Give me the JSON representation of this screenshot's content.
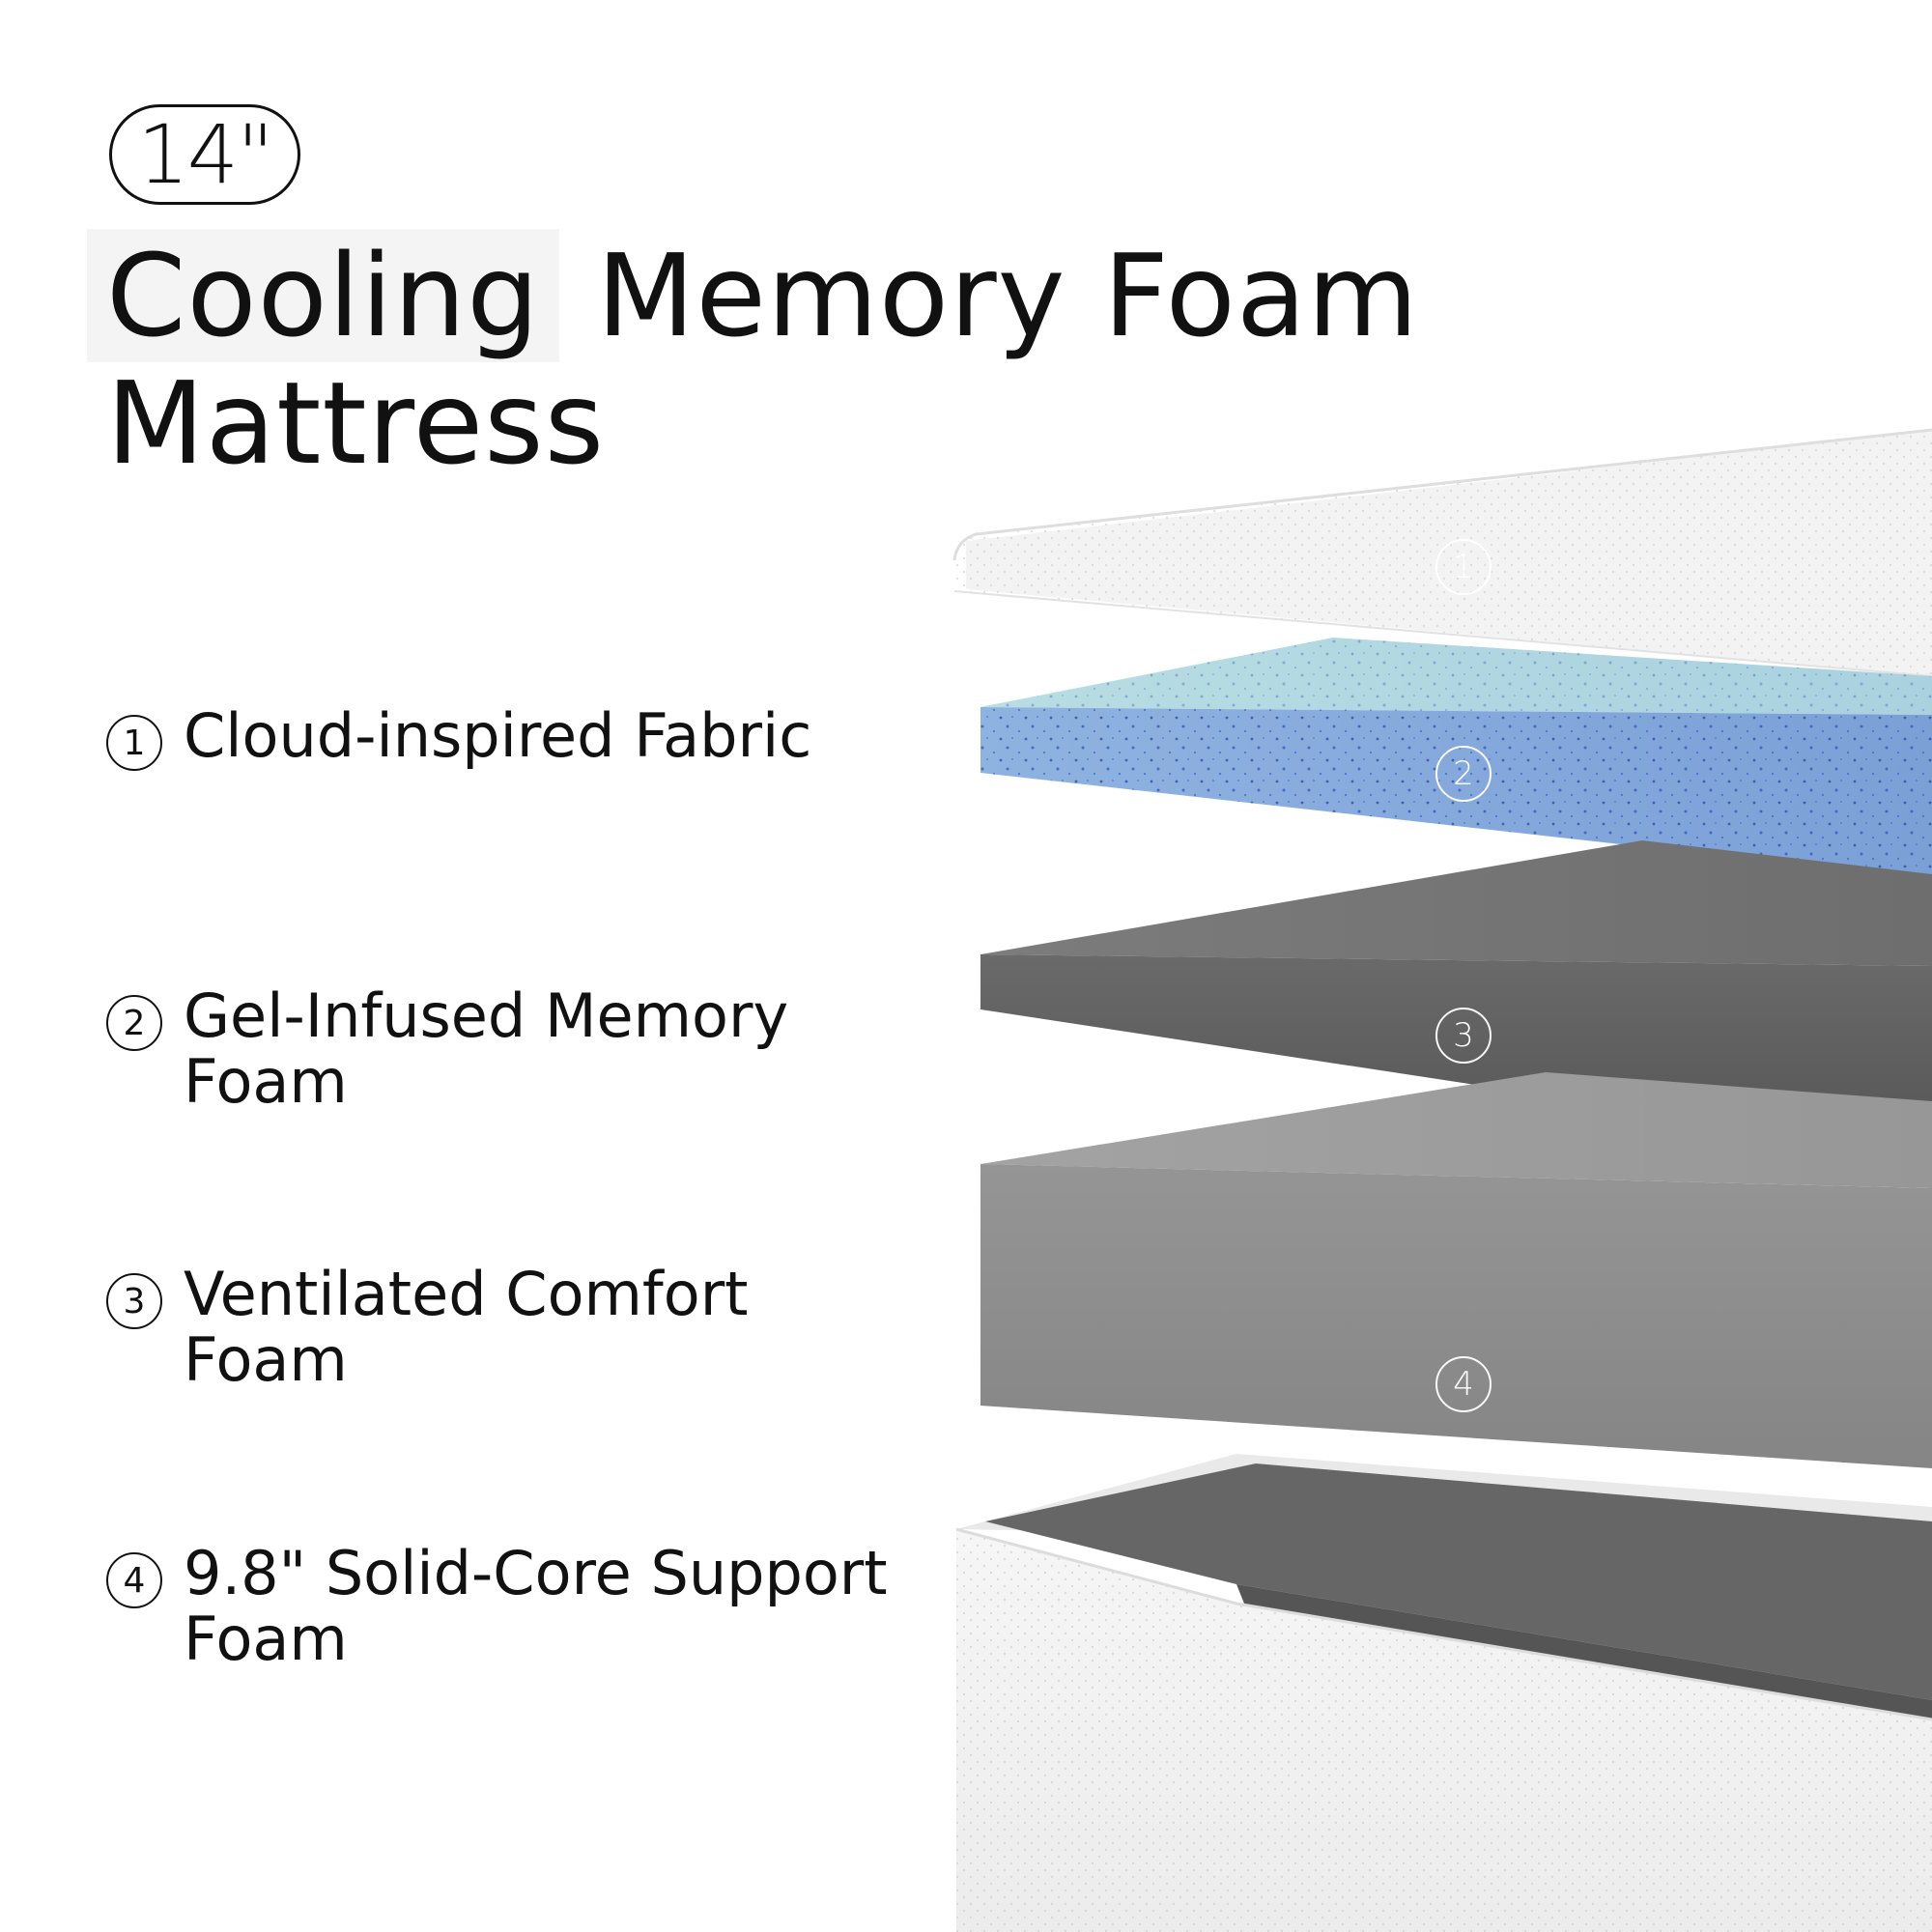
{
  "size_badge": "14\"",
  "title": {
    "highlight": "Cooling",
    "rest": " Memory Foam",
    "line2": "Mattress"
  },
  "layers": [
    {
      "num": "1",
      "label": "Cloud-inspired Fabric"
    },
    {
      "num": "2",
      "label": "Gel-Infused Memory Foam"
    },
    {
      "num": "3",
      "label": "Ventilated Comfort Foam"
    },
    {
      "num": "4",
      "label": "9.8\"  Solid-Core Support Foam"
    }
  ],
  "colors": {
    "fabric": "#f1f1f1",
    "gel_foam": "#9cc3e2",
    "comfort_foam": "#5e5e5e",
    "support_foam": "#8c8c8c",
    "base_cover": "#f3f3f3"
  }
}
